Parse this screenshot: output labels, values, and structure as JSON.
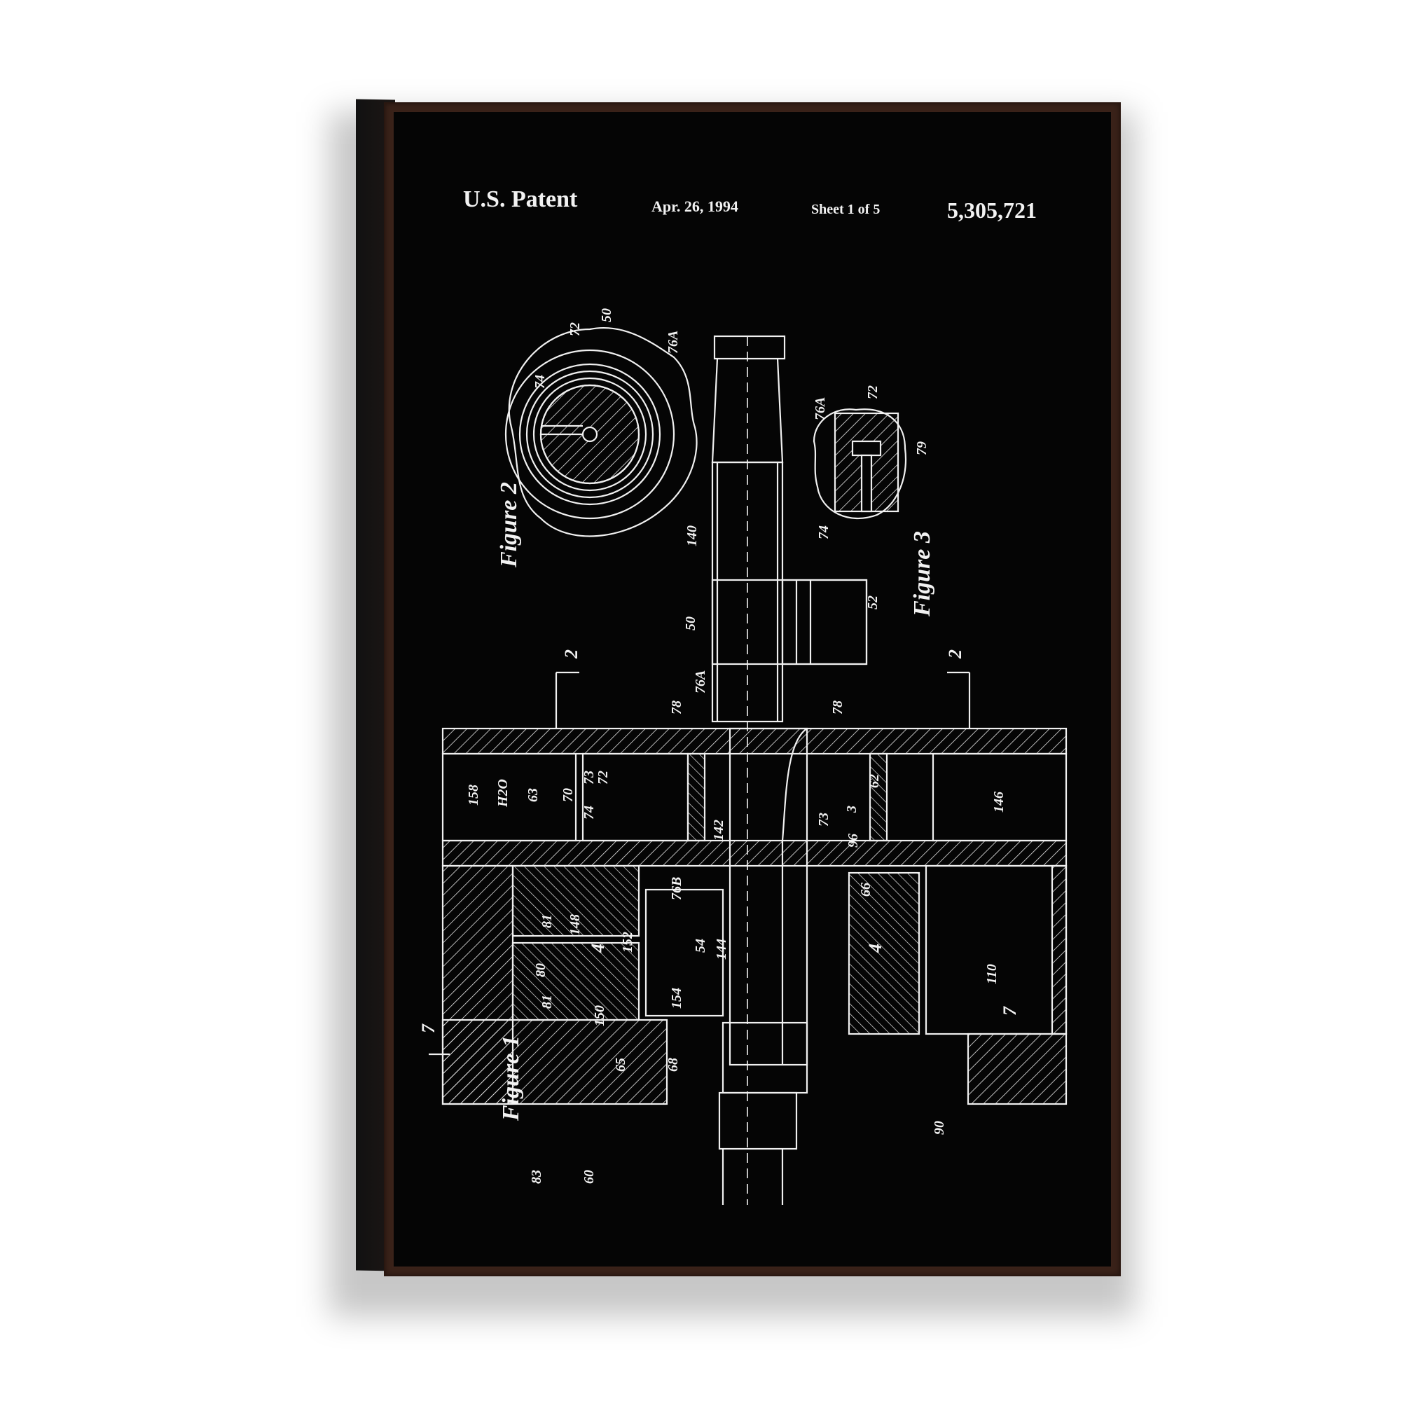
{
  "header": {
    "patent_label": "U.S. Patent",
    "date": "Apr. 26, 1994",
    "sheet": "Sheet 1 of 5",
    "patent_number": "5,305,721"
  },
  "figures": {
    "figure_1": "Figure 1",
    "figure_2": "Figure 2",
    "figure_3": "Figure 3"
  },
  "reference_numerals": {
    "fig2": [
      "72",
      "50",
      "74",
      "76A"
    ],
    "fig3": [
      "76A",
      "72",
      "79",
      "74"
    ],
    "fig1": [
      "140",
      "50",
      "52",
      "2",
      "2",
      "78",
      "76A",
      "78",
      "158",
      "H2O",
      "63",
      "70",
      "73",
      "72",
      "74",
      "142",
      "62",
      "3",
      "73",
      "96",
      "146",
      "76B",
      "66",
      "81",
      "148",
      "4",
      "152",
      "54",
      "144",
      "4",
      "110",
      "80",
      "81",
      "150",
      "154",
      "7",
      "7",
      "65",
      "68",
      "83",
      "60",
      "90"
    ]
  },
  "colors": {
    "line_art": "#f2f2f2",
    "canvas": "#050505",
    "frame": "#3a2219"
  }
}
